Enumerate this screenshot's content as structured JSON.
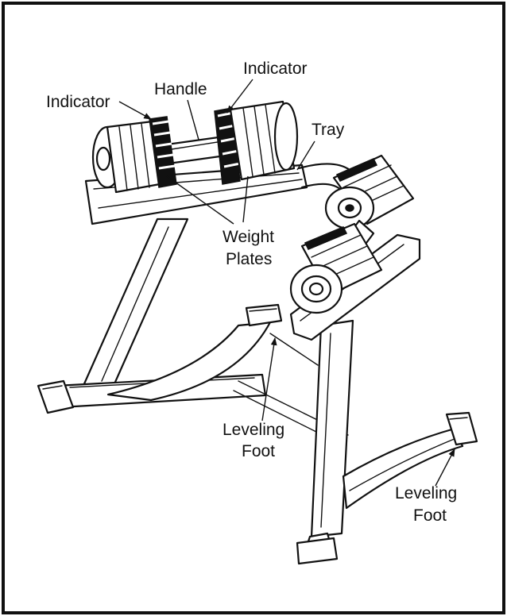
{
  "diagram": {
    "labels": {
      "indicator_left": "Indicator",
      "indicator_right": "Indicator",
      "handle": "Handle",
      "tray": "Tray",
      "weight_plates_line1": "Weight",
      "weight_plates_line2": "Plates",
      "leveling_foot_center_line1": "Leveling",
      "leveling_foot_center_line2": "Foot",
      "leveling_foot_right_line1": "Leveling",
      "leveling_foot_right_line2": "Foot"
    }
  }
}
